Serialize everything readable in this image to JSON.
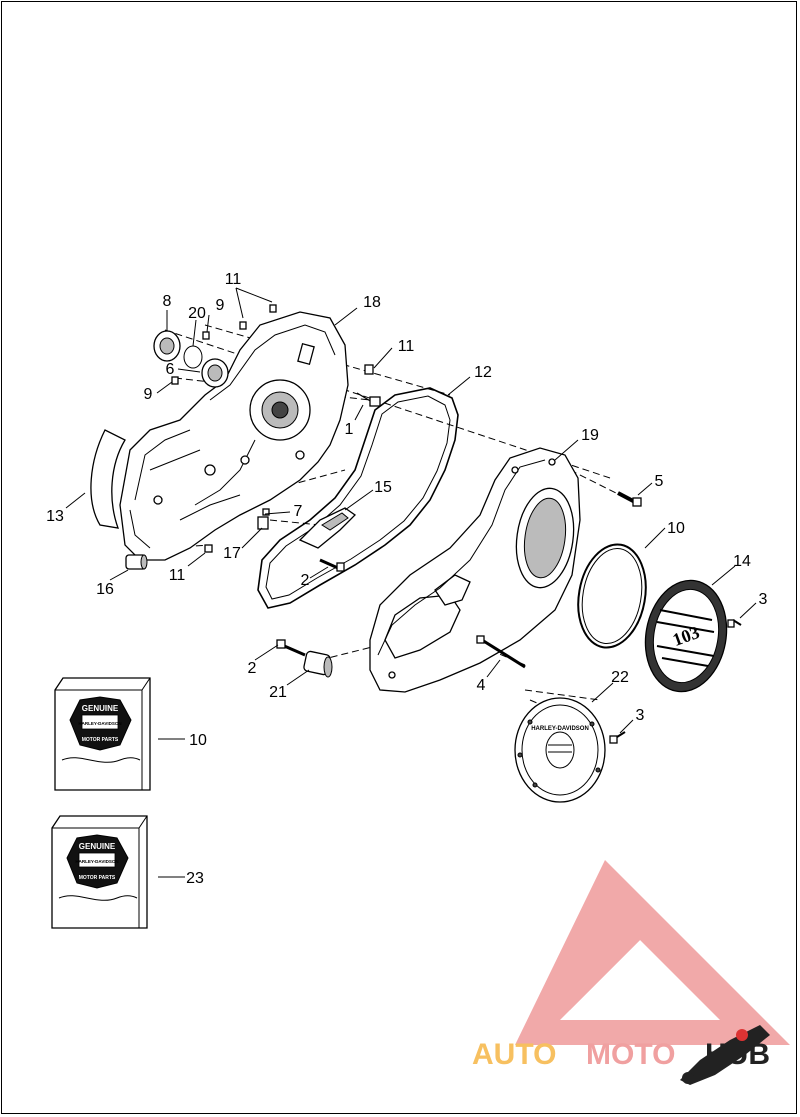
{
  "diagram": {
    "callouts": [
      {
        "id": "c11a",
        "text": "11"
      },
      {
        "id": "c18",
        "text": "18"
      },
      {
        "id": "c8",
        "text": "8"
      },
      {
        "id": "c20",
        "text": "20"
      },
      {
        "id": "c9a",
        "text": "9"
      },
      {
        "id": "c11b",
        "text": "11"
      },
      {
        "id": "c6",
        "text": "6"
      },
      {
        "id": "c12",
        "text": "12"
      },
      {
        "id": "c9b",
        "text": "9"
      },
      {
        "id": "c1",
        "text": "1"
      },
      {
        "id": "c19",
        "text": "19"
      },
      {
        "id": "c13",
        "text": "13"
      },
      {
        "id": "c15",
        "text": "15"
      },
      {
        "id": "c5",
        "text": "5"
      },
      {
        "id": "c7",
        "text": "7"
      },
      {
        "id": "c10a",
        "text": "10"
      },
      {
        "id": "c17",
        "text": "17"
      },
      {
        "id": "c14",
        "text": "14"
      },
      {
        "id": "c11c",
        "text": "11"
      },
      {
        "id": "c2a",
        "text": "2"
      },
      {
        "id": "c16",
        "text": "16"
      },
      {
        "id": "c3a",
        "text": "3"
      },
      {
        "id": "c2b",
        "text": "2"
      },
      {
        "id": "c22",
        "text": "22"
      },
      {
        "id": "c4",
        "text": "4"
      },
      {
        "id": "c21",
        "text": "21"
      },
      {
        "id": "c3b",
        "text": "3"
      },
      {
        "id": "c10b",
        "text": "10"
      },
      {
        "id": "c23",
        "text": "23"
      }
    ],
    "derby_cover_badge": "103",
    "derby_cover_ring_text": "HARLEY-DAVIDSON"
  },
  "kits": [
    {
      "callout": "10",
      "logo_top": "GENUINE",
      "logo_mid": "HARLEY-DAVIDSON",
      "logo_bottom": "MOTOR PARTS"
    },
    {
      "callout": "23",
      "logo_top": "GENUINE",
      "logo_mid": "HARLEY-DAVIDSON",
      "logo_bottom": "MOTOR PARTS"
    }
  ],
  "watermark": {
    "word1": "AUTO",
    "word2": "MOTO",
    "word3": "HUB",
    "color_primary": "#f0a0a0",
    "color_auto": "#f7c060",
    "color_hub": "#222222"
  }
}
